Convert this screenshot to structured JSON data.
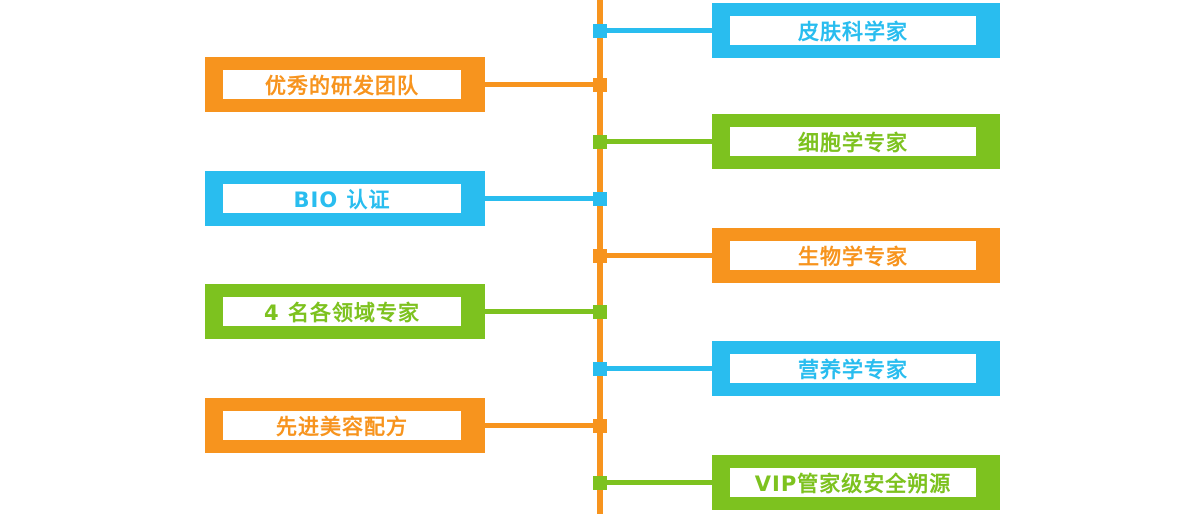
{
  "colors": {
    "orange": "#F7941E",
    "blue": "#29BDEF",
    "green": "#7DC21F",
    "background": "#FFFFFF",
    "spine": "#F7941E"
  },
  "timeline": {
    "left_items": [
      {
        "label": "优秀的研发团队",
        "color": "orange"
      },
      {
        "label": "BIO 认证",
        "color": "blue"
      },
      {
        "label": "4 名各领域专家",
        "color": "green"
      },
      {
        "label": "先进美容配方",
        "color": "orange"
      }
    ],
    "right_items": [
      {
        "label": "皮肤科学家",
        "color": "blue"
      },
      {
        "label": "细胞学专家",
        "color": "green"
      },
      {
        "label": "生物学专家",
        "color": "orange"
      },
      {
        "label": "营养学专家",
        "color": "blue"
      },
      {
        "label": "VIP管家级安全朔源",
        "color": "green"
      }
    ]
  }
}
